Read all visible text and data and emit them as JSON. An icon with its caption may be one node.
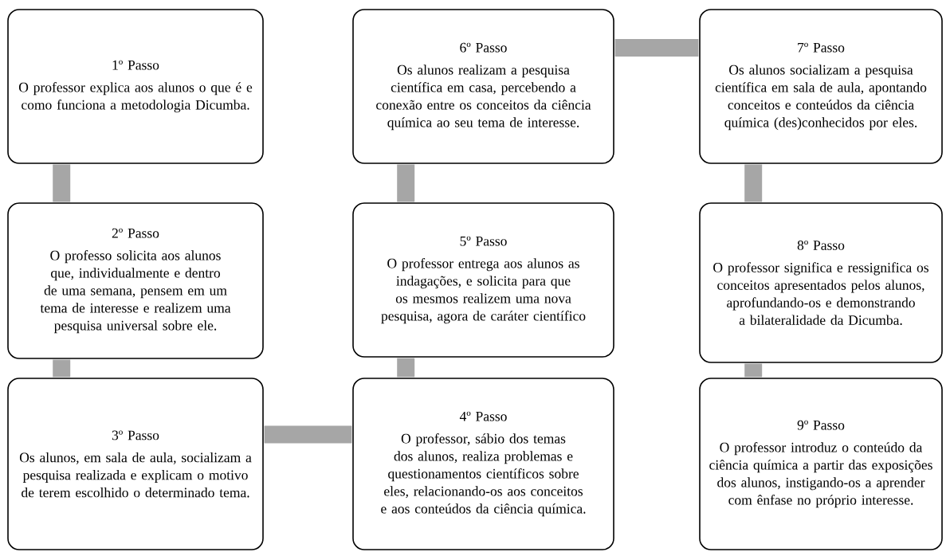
{
  "diagram": {
    "nodes": [
      {
        "text": [
          "1º Passo",
          "O professor explica aos alunos o que é e como funciona a metodologia Dicumba."
        ]
      },
      {
        "text": [
          "2º Passo",
          "O professo solicita aos alunos que, individualmente e dentro de uma semana, pensem em um tema de interesse e realizem uma pesquisa universal sobre ele."
        ]
      },
      {
        "text": [
          "3º Passo",
          "Os alunos, em sala de aula, socializam a pesquisa realizada e explicam o motivo de terem escolhido o determinado tema."
        ]
      },
      {
        "text": [
          "4º Passo",
          "O professor, sábio dos temas dos alunos, realiza problemas e questionamentos científicos sobre eles, relacionando-os aos conceitos e aos conteúdos da ciência química."
        ]
      },
      {
        "text": [
          "5º Passo",
          "O professor entrega aos alunos as indagações, e solicita para que os mesmos realizem uma nova pesquisa, agora de caráter científico"
        ]
      },
      {
        "text": [
          "6º Passo",
          "Os alunos realizam a pesquisa científica em casa, percebendo a conexão entre os conceitos da ciência química ao seu tema de interesse."
        ]
      },
      {
        "text": [
          "7º Passo",
          "Os alunos socializam a pesquisa científica em sala de aula, apontando conceitos e conteúdos da ciência química (des)conhecidos por eles."
        ]
      },
      {
        "text": [
          "8º Passo",
          "O professor significa e ressignifica os conceitos apresentados pelos alunos, aprofundando-os e demonstrando a bilateralidade da Dicumba."
        ]
      },
      {
        "text": [
          "9º Passo",
          "O professor introduz o conteúdo da ciência química a partir das exposições dos alunos, instigando-os a aprender com ênfase no próprio interesse."
        ]
      }
    ],
    "edges": [
      {
        "from": 0,
        "to": 1,
        "arrow": "none"
      },
      {
        "from": 1,
        "to": 2,
        "arrow": "none"
      },
      {
        "from": 2,
        "to": 3,
        "arrow": "none"
      },
      {
        "from": 3,
        "to": 4,
        "arrow": "none"
      },
      {
        "from": 4,
        "to": 5,
        "arrow": "none"
      },
      {
        "from": 5,
        "to": 6,
        "arrow": "none"
      },
      {
        "from": 6,
        "to": 7,
        "arrow": "none"
      },
      {
        "from": 7,
        "to": 8,
        "arrow": "none"
      }
    ]
  }
}
